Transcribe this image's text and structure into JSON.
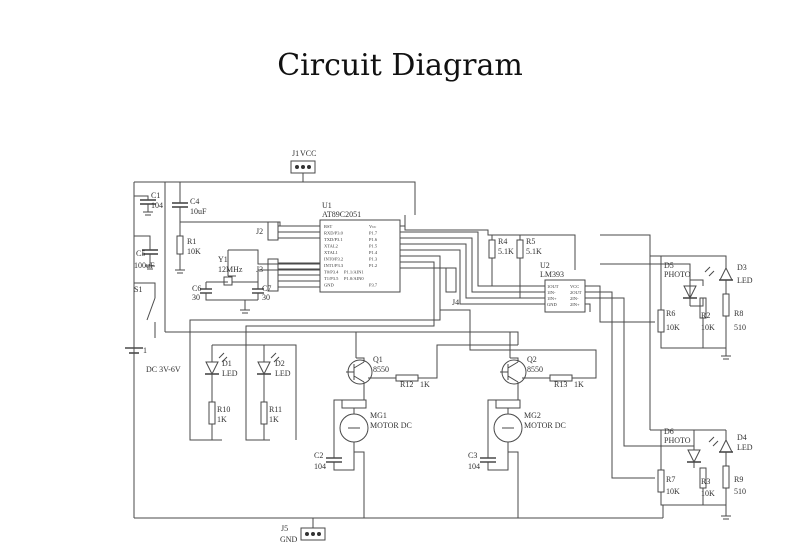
{
  "title": "Circuit Diagram",
  "labels": {
    "u1_ref": "U1",
    "u1_part": "AT89C2051",
    "u2_ref": "U2",
    "u2_part": "LM393",
    "j1_ref": "J1",
    "j1_net": "VCC",
    "j2_ref": "J2",
    "j3_ref": "J3",
    "j4_ref": "J4",
    "j5_ref": "J5",
    "j5_net": "GND",
    "c1_ref": "C1",
    "c1_val": "104",
    "c4_ref": "C4",
    "c4_val": "10uF",
    "c5_ref": "C5",
    "c5_val": "100uF",
    "c6_ref": "C6",
    "c6_val": "30",
    "c7_ref": "C7",
    "c7_val": "30",
    "c2_ref": "C2",
    "c2_val": "104",
    "c3_ref": "C3",
    "c3_val": "104",
    "r1_ref": "R1",
    "r1_val": "10K",
    "r4_ref": "R4",
    "r4_val": "5.1K",
    "r5_ref": "R5",
    "r5_val": "5.1K",
    "y1_ref": "Y1",
    "y1_val": "12MHz",
    "s1_ref": "S1",
    "b1_ref": "1",
    "b1_val": "DC 3V-6V",
    "d1_ref": "D1",
    "d1_val": "LED",
    "d2_ref": "D2",
    "d2_val": "LED",
    "r10_ref": "R10",
    "r10_val": "1K",
    "r11_ref": "R11",
    "r11_val": "1K",
    "q1_ref": "Q1",
    "q1_val": "8550",
    "q2_ref": "Q2",
    "q2_val": "8550",
    "r12_ref": "R12",
    "r12_val": "1K",
    "r13_ref": "R13",
    "r13_val": "1K",
    "mg1_ref": "MG1",
    "mg1_val": "MOTOR DC",
    "mg2_ref": "MG2",
    "mg2_val": "MOTOR DC",
    "d5_ref": "D5",
    "d5_val": "PHOTO",
    "d3_ref": "D3",
    "d3_val": "LED",
    "r6_ref": "R6",
    "r6_val": "10K",
    "r2_ref": "R2",
    "r2_val": "10K",
    "r8_ref": "R8",
    "r8_val": "510",
    "d6_ref": "D6",
    "d6_val": "PHOTO",
    "d4_ref": "D4",
    "d4_val": "LED",
    "r7_ref": "R7",
    "r7_val": "10K",
    "r3_ref": "R3",
    "r3_val": "10K",
    "r9_ref": "R9",
    "r9_val": "510"
  },
  "u1_left_pins": [
    "RST",
    "RXD/P3.0",
    "TXD/P3.1",
    "XTAL2",
    "XTAL1",
    "INT0/P3.2",
    "INT1/P3.3",
    "T0/P3.4",
    "T1/P3.5",
    "GND"
  ],
  "u1_right_pins": [
    "Vcc",
    "P1.7",
    "P1.6",
    "P1.5",
    "P1.4",
    "P1.3",
    "P1.2",
    "P1.1/AIN1",
    "P1.0/AIN0",
    "P3.7"
  ],
  "u2_left_pins": [
    "1OUT",
    "1IN-",
    "1IN+",
    "GND"
  ],
  "u2_right_pins": [
    "VCC",
    "2OUT",
    "2IN-",
    "2IN+"
  ]
}
